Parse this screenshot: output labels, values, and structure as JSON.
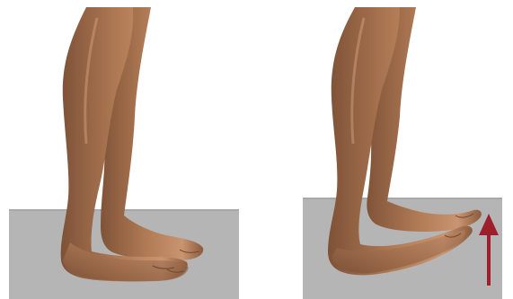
{
  "figure": {
    "panels": [
      {
        "id": "left",
        "depicts": "feet-flat-on-floor"
      },
      {
        "id": "right",
        "depicts": "toes-raised"
      }
    ]
  },
  "colors": {
    "skin": "#B07A55",
    "skin_shadow": "#7E5237",
    "skin_highlight": "#C99470",
    "floor": "#B5B5B5",
    "floor_edge": "#A8A8A8",
    "arrow": "#9E1F2C"
  },
  "icons": {
    "arrow": "arrow-up-icon"
  }
}
